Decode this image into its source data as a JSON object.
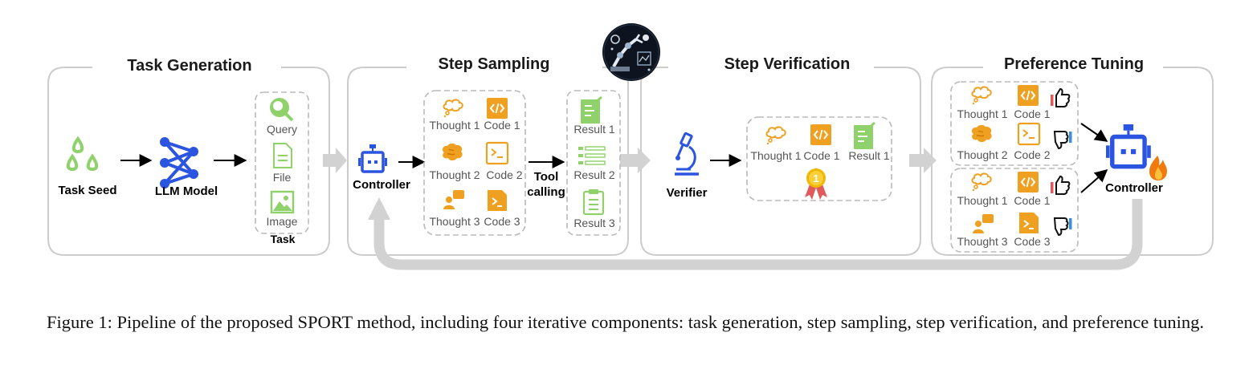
{
  "panels": {
    "task_generation": "Task Generation",
    "step_sampling": "Step Sampling",
    "step_verification": "Step Verification",
    "preference_tuning": "Preference Tuning"
  },
  "task_generation": {
    "task_seed": "Task Seed",
    "llm_model": "LLM Model",
    "query": "Query",
    "file": "File",
    "image": "Image",
    "task": "Task"
  },
  "step_sampling": {
    "controller": "Controller",
    "thought1": "Thought 1",
    "code1": "Code 1",
    "thought2": "Thought 2",
    "code2": "Code 2",
    "thought3": "Thought 3",
    "code3": "Code 3",
    "tool": "Tool",
    "calling": "calling",
    "result1": "Result 1",
    "result2": "Result 2",
    "result3": "Result 3"
  },
  "step_verification": {
    "verifier": "Verifier",
    "thought1": "Thought 1",
    "code1": "Code 1",
    "result1": "Result 1",
    "medal": "1"
  },
  "preference_tuning": {
    "thought1a": "Thought 1",
    "code1a": "Code 1",
    "thought2": "Thought 2",
    "code2": "Code 2",
    "thought1b": "Thought 1",
    "code1b": "Code 1",
    "thought3": "Thought 3",
    "code3": "Code 3",
    "controller": "Controller"
  },
  "caption": "Figure 1: Pipeline of the proposed SPORT method, including four iterative components: task generation, step sampling, step verification, and preference tuning.",
  "colors": {
    "orange": "#f0a020",
    "green": "#8fd16a",
    "blue": "#2b55e0",
    "gray_panel": "#cccccc",
    "gray_arrow": "#cfcfcf",
    "like_red": "#e05a5a",
    "dislike_blue": "#3a8fe0"
  },
  "icons": [
    "drops-icon",
    "network-icon",
    "search-icon",
    "file-icon",
    "image-icon",
    "robot-icon",
    "thought-bubble-icon",
    "code-icon",
    "brain-icon",
    "terminal-icon",
    "people-icon",
    "script-icon",
    "doc-edit-icon",
    "list-icon",
    "clipboard-icon",
    "microscope-icon",
    "medal-icon",
    "thumbs-up-icon",
    "thumbs-down-icon",
    "flame-icon",
    "robot-arm-badge-icon"
  ]
}
